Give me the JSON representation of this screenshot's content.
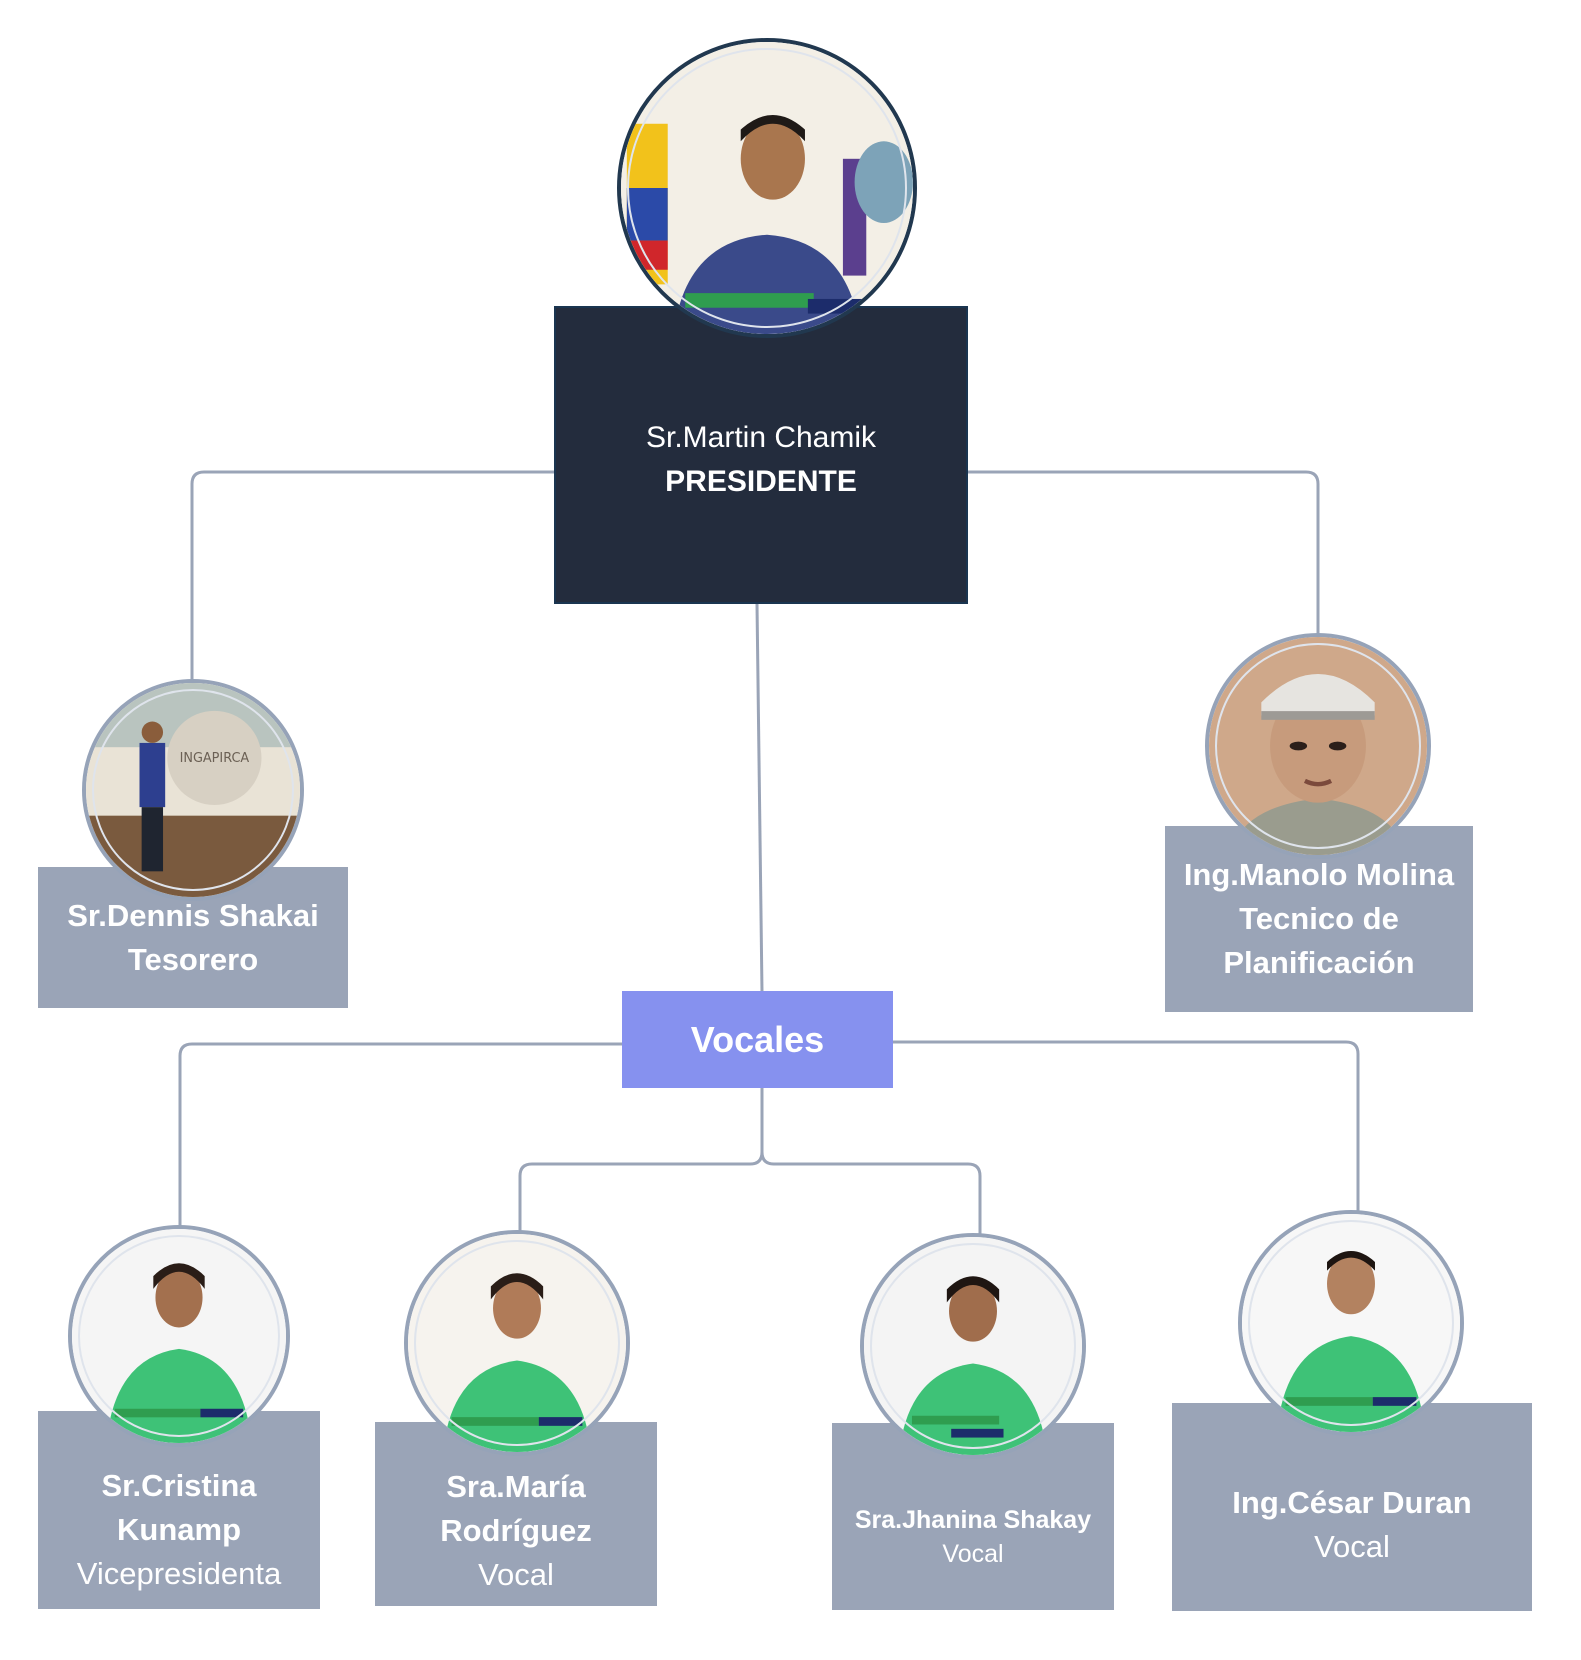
{
  "colors": {
    "president_box": "#232c3d",
    "member_box": "#9aa4b7",
    "vocales_box": "#8691ef",
    "connector": "#9aa4b7",
    "shirt_green": "#3ec277",
    "text_light": "#ffffff"
  },
  "president": {
    "name": "Sr.Martin Chamik",
    "role": "PRESIDENTE",
    "photo_icon": "president-photo-icon"
  },
  "treasurer": {
    "name": "Sr.Dennis Shakai",
    "role": "Tesorero",
    "photo_icon": "treasurer-photo-icon"
  },
  "planner": {
    "name_line1": "Ing.Manolo Molina",
    "name_line2": "Tecnico de",
    "role": "Planificación",
    "photo_icon": "planner-photo-icon"
  },
  "vocales": {
    "label": "Vocales"
  },
  "members": [
    {
      "name_line1": "Sr.Cristina",
      "name_line2": "Kunamp",
      "role": "Vicepresidenta",
      "photo_icon": "member-photo-icon"
    },
    {
      "name_line1": "Sra.María",
      "name_line2": "Rodríguez",
      "role": "Vocal",
      "photo_icon": "member-photo-icon"
    },
    {
      "name_line1": "Sra.Jhanina Shakay",
      "role": "Vocal",
      "photo_icon": "member-photo-icon"
    },
    {
      "name_line1": "Ing.César Duran",
      "role": "Vocal",
      "photo_icon": "member-photo-icon"
    }
  ]
}
